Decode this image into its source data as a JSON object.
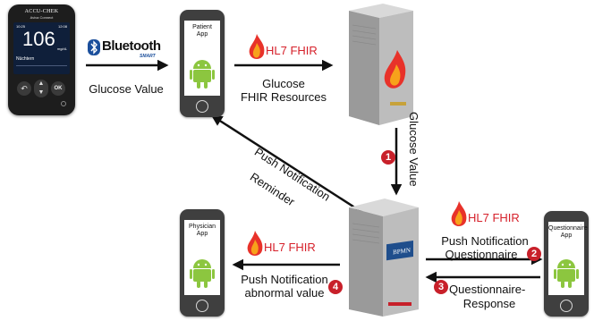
{
  "meter": {
    "brand": "ACCU-CHEK",
    "model": "Aviva Connect",
    "time": "10:25",
    "date": "12:08",
    "reading": "106",
    "unit": "mg/dL",
    "tag": "Nüchtern",
    "ok": "OK"
  },
  "bluetooth": {
    "brand": "Bluetooth",
    "sub": "SMART"
  },
  "hl7": {
    "text": "HL7 FHIR"
  },
  "phones": {
    "patient": "Patient\nApp",
    "physician": "Physician\nApp",
    "questionnaire": "Questionnaire\nApp"
  },
  "labels": {
    "glucose_value": "Glucose Value",
    "glucose_fhir_1": "Glucose",
    "glucose_fhir_2": "FHIR Resources",
    "glucose_value_vertical": "Glucose Value",
    "push_notification_reminder_1": "Push Notification",
    "push_notification_reminder_2": "Reminder",
    "push_q_1": "Push Notification",
    "push_q_2": "Questionnaire",
    "q_response_1": "Questionnaire-",
    "q_response_2": "Response",
    "abnormal_1": "Push Notification",
    "abnormal_2": "abnormal value"
  },
  "badges": [
    "1",
    "2",
    "3",
    "4"
  ],
  "bpmn": "BPMN"
}
